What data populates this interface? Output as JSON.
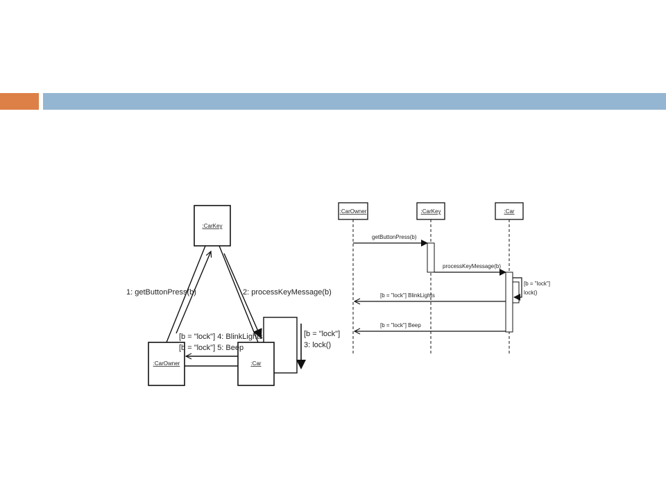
{
  "colors": {
    "accent": "#dd8047",
    "title_bar": "#94b6d2",
    "ink": "#111111"
  },
  "collaboration": {
    "objects": {
      "carkey": ":CarKey",
      "carowner": ":CarOwner",
      "car": ":Car"
    },
    "messages": {
      "m1": "1: getButtonPress(b)",
      "m2": "2: processKeyMessage(b)",
      "m3_guard": "[b = \"lock\"]",
      "m3": "3: lock()",
      "m4": "[b = \"lock\"] 4: BlinkLights",
      "m5": "[b = \"lock\"] 5: Beep"
    }
  },
  "sequence": {
    "lifelines": {
      "carowner": ":CarOwner",
      "carkey": ":CarKey",
      "car": ":Car"
    },
    "messages": {
      "getbuttonpress": "getButtonPress(b)",
      "processkeymessage": "processKeyMessage(b)",
      "lock_guard": "[b = \"lock\"]",
      "lock": "lock()",
      "blinklights": "[b = \"lock\"] BlinkLights",
      "beep": "[b = \"lock\"] Beep"
    }
  }
}
